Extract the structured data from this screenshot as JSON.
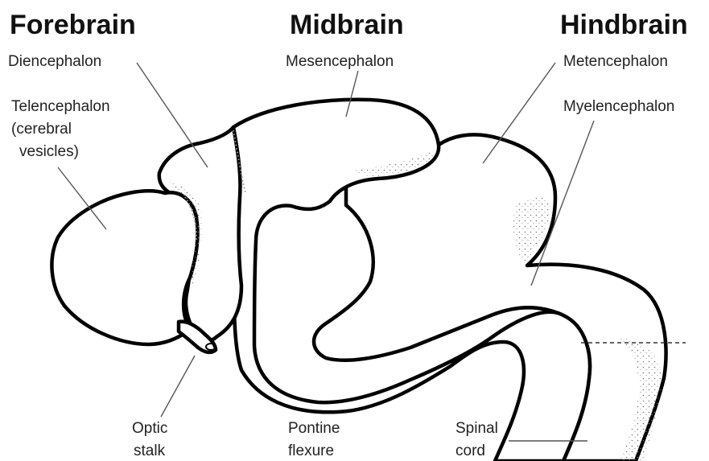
{
  "headings": {
    "forebrain": "Forebrain",
    "midbrain": "Midbrain",
    "hindbrain": "Hindbrain"
  },
  "labels": {
    "diencephalon": "Diencephalon",
    "telencephalon_1": "Telencephalon",
    "telencephalon_2": "(cerebral",
    "telencephalon_3": "vesicles)",
    "mesencephalon": "Mesencephalon",
    "metencephalon": "Metencephalon",
    "myelencephalon": "Myelencephalon",
    "optic_1": "Optic",
    "optic_2": "stalk",
    "pontine_1": "Pontine",
    "pontine_2": "flexure",
    "spinal_1": "Spinal",
    "spinal_2": "cord"
  }
}
